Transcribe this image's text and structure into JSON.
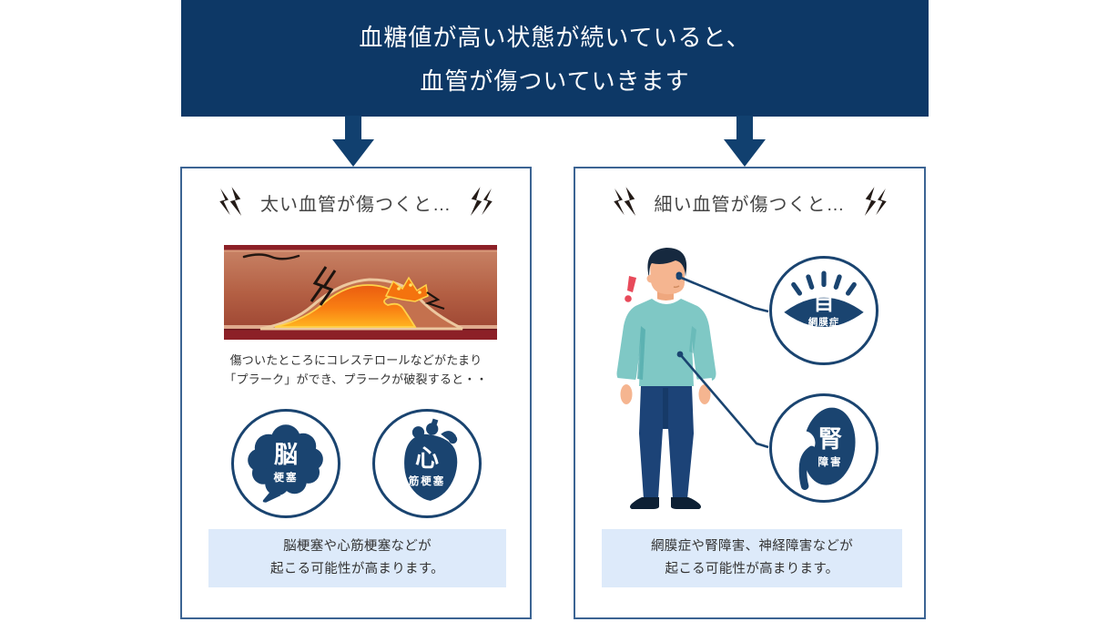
{
  "banner": {
    "line1": "血糖値が高い状態が続いていると、",
    "line2": "血管が傷ついていきます"
  },
  "left_panel": {
    "title": "太い血管が傷つくと…",
    "description_line1": "傷ついたところにコレステロールなどがたまり",
    "description_line2": "「プラーク」ができ、プラークが破裂すると・・",
    "badges": [
      {
        "icon": "brain-icon",
        "main": "脳",
        "sub": "梗塞"
      },
      {
        "icon": "heart-icon",
        "main": "心",
        "sub": "筋梗塞"
      }
    ],
    "result_line1": "脳梗塞や心筋梗塞などが",
    "result_line2": "起こる可能性が高まります。"
  },
  "right_panel": {
    "title": "細い血管が傷つくと…",
    "badges": [
      {
        "icon": "eye-icon",
        "main": "目",
        "sub": "網膜症"
      },
      {
        "icon": "kidney-icon",
        "main": "腎",
        "sub": "障害"
      }
    ],
    "result_line1": "網膜症や腎障害、神経障害などが",
    "result_line2": "起こる可能性が高まります。"
  },
  "colors": {
    "banner_bg": "#0d3866",
    "navy": "#1a4470",
    "panel_border": "#3c6493",
    "result_bg": "#ddeafa",
    "bolt": "#241b17",
    "sweater_teal": "#7fc8c5",
    "alert_red": "#e84a5a",
    "vessel_wall": "#b46044",
    "plaque_orange": "#f97f12"
  }
}
